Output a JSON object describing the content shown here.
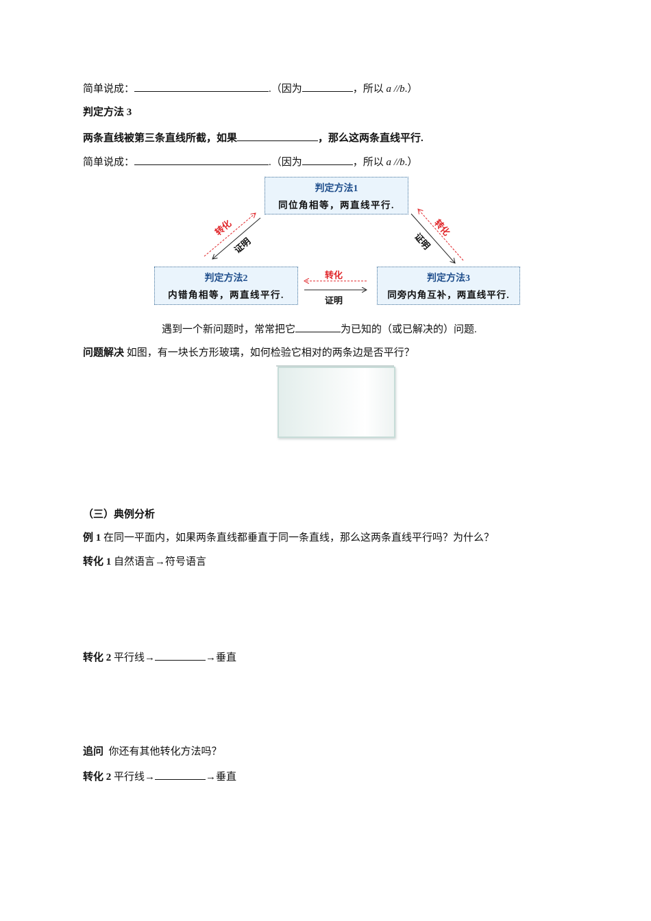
{
  "section_method2_tail": {
    "simple_say_label": "简单说成：",
    "because_prefix": ".（因为",
    "so_prefix": "，所以",
    "conclusion_var_a": "a",
    "conclusion_parallel": " //",
    "conclusion_var_b": "b",
    "conclusion_suffix": ".）"
  },
  "method3": {
    "heading": "判定方法 3",
    "statement_prefix": "两条直线被第三条直线所截，如果",
    "statement_suffix": "，那么这两条直线平行.",
    "simple_say_label": "简单说成：",
    "because_prefix": ".（因为",
    "so_prefix": "，所以",
    "conclusion_var_a": "a",
    "conclusion_parallel": " //",
    "conclusion_var_b": "b",
    "conclusion_suffix": ".）"
  },
  "diagram": {
    "box1": {
      "title": "判定方法1",
      "desc": "同位角相等，两直线平行."
    },
    "box2": {
      "title": "判定方法2",
      "desc": "内错角相等，两直线平行."
    },
    "box3": {
      "title": "判定方法3",
      "desc": "同旁内角互补，两直线平行."
    },
    "transform_label": "转化",
    "proof_label": "证明",
    "colors": {
      "box_fill": "#eaf4fc",
      "box_border": "#3f6f99",
      "title": "#1f4e8c",
      "transform": "#e0262a"
    }
  },
  "transform_note": {
    "prefix": "遇到一个新问题时，常常把它",
    "suffix": "为已知的（或已解决的）问题."
  },
  "problem": {
    "label": "问题解决",
    "text": "如图，有一块长方形玻璃，如何检验它相对的两条边是否平行？"
  },
  "examples": {
    "section_heading": "（三）典例分析",
    "example1_label": "例 1",
    "example1_text": "在同一平面内，如果两条直线都垂直于同一条直线，那么这两条直线平行吗？为什么？",
    "transform1_label": "转化 1",
    "transform1_text": "自然语言→符号语言",
    "transform2_label": "转化 2",
    "transform2_prefix": "平行线→",
    "transform2_suffix": "→垂直",
    "followup_label": "追问",
    "followup_text": "你还有其他转化方法吗？",
    "transform2b_label": "转化 2",
    "transform2b_prefix": "平行线→",
    "transform2b_suffix": "→垂直"
  }
}
